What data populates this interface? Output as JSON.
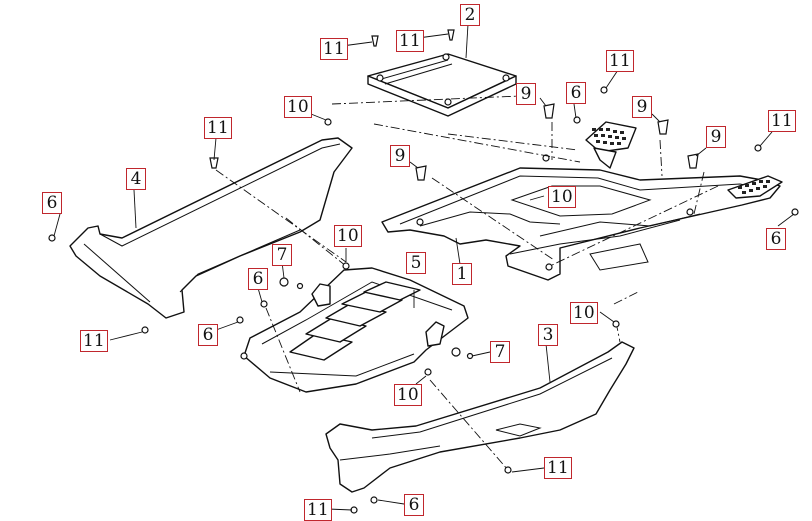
{
  "callouts": {
    "c1": "1",
    "c2": "2",
    "c3": "3",
    "c4": "4",
    "c5": "5",
    "c6a": "6",
    "c6b": "6",
    "c6c": "6",
    "c6d": "6",
    "c6e": "6",
    "c6f": "6",
    "c7a": "7",
    "c7b": "7",
    "c9a": "9",
    "c9b": "9",
    "c9c": "9",
    "c9d": "9",
    "c10a": "10",
    "c10b": "10",
    "c10c": "10",
    "c10d": "10",
    "c10e": "10",
    "c11a": "11",
    "c11b": "11",
    "c11c": "11",
    "c11d": "11",
    "c11e": "11",
    "c11f": "11",
    "c11g": "11",
    "c11h": "11"
  },
  "colors": {
    "callout_border": "#c0272d",
    "line": "#111111",
    "background": "#ffffff"
  }
}
